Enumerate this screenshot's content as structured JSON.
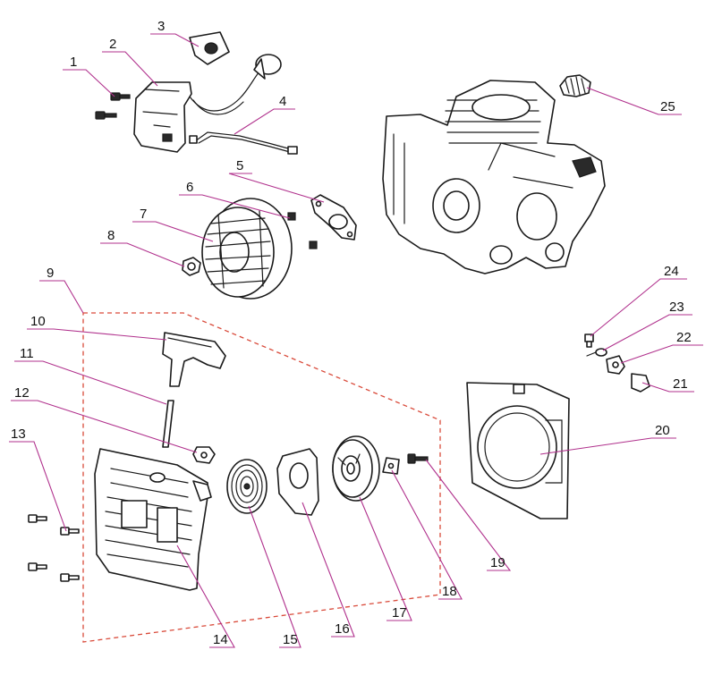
{
  "colors": {
    "leader": "#b0308c",
    "dashed_group": "#d94a3a",
    "line_art": "#1a1a1a",
    "background": "#ffffff"
  },
  "callouts": [
    {
      "id": "1",
      "label": "1"
    },
    {
      "id": "2",
      "label": "2"
    },
    {
      "id": "3",
      "label": "3"
    },
    {
      "id": "4",
      "label": "4"
    },
    {
      "id": "5",
      "label": "5"
    },
    {
      "id": "6",
      "label": "6"
    },
    {
      "id": "7",
      "label": "7"
    },
    {
      "id": "8",
      "label": "8"
    },
    {
      "id": "9",
      "label": "9"
    },
    {
      "id": "10",
      "label": "10"
    },
    {
      "id": "11",
      "label": "11"
    },
    {
      "id": "12",
      "label": "12"
    },
    {
      "id": "13",
      "label": "13"
    },
    {
      "id": "14",
      "label": "14"
    },
    {
      "id": "15",
      "label": "15"
    },
    {
      "id": "16",
      "label": "16"
    },
    {
      "id": "17",
      "label": "17"
    },
    {
      "id": "18",
      "label": "18"
    },
    {
      "id": "19",
      "label": "19"
    },
    {
      "id": "20",
      "label": "20"
    },
    {
      "id": "21",
      "label": "21"
    },
    {
      "id": "22",
      "label": "22"
    },
    {
      "id": "23",
      "label": "23"
    },
    {
      "id": "24",
      "label": "24"
    },
    {
      "id": "25",
      "label": "25"
    }
  ]
}
